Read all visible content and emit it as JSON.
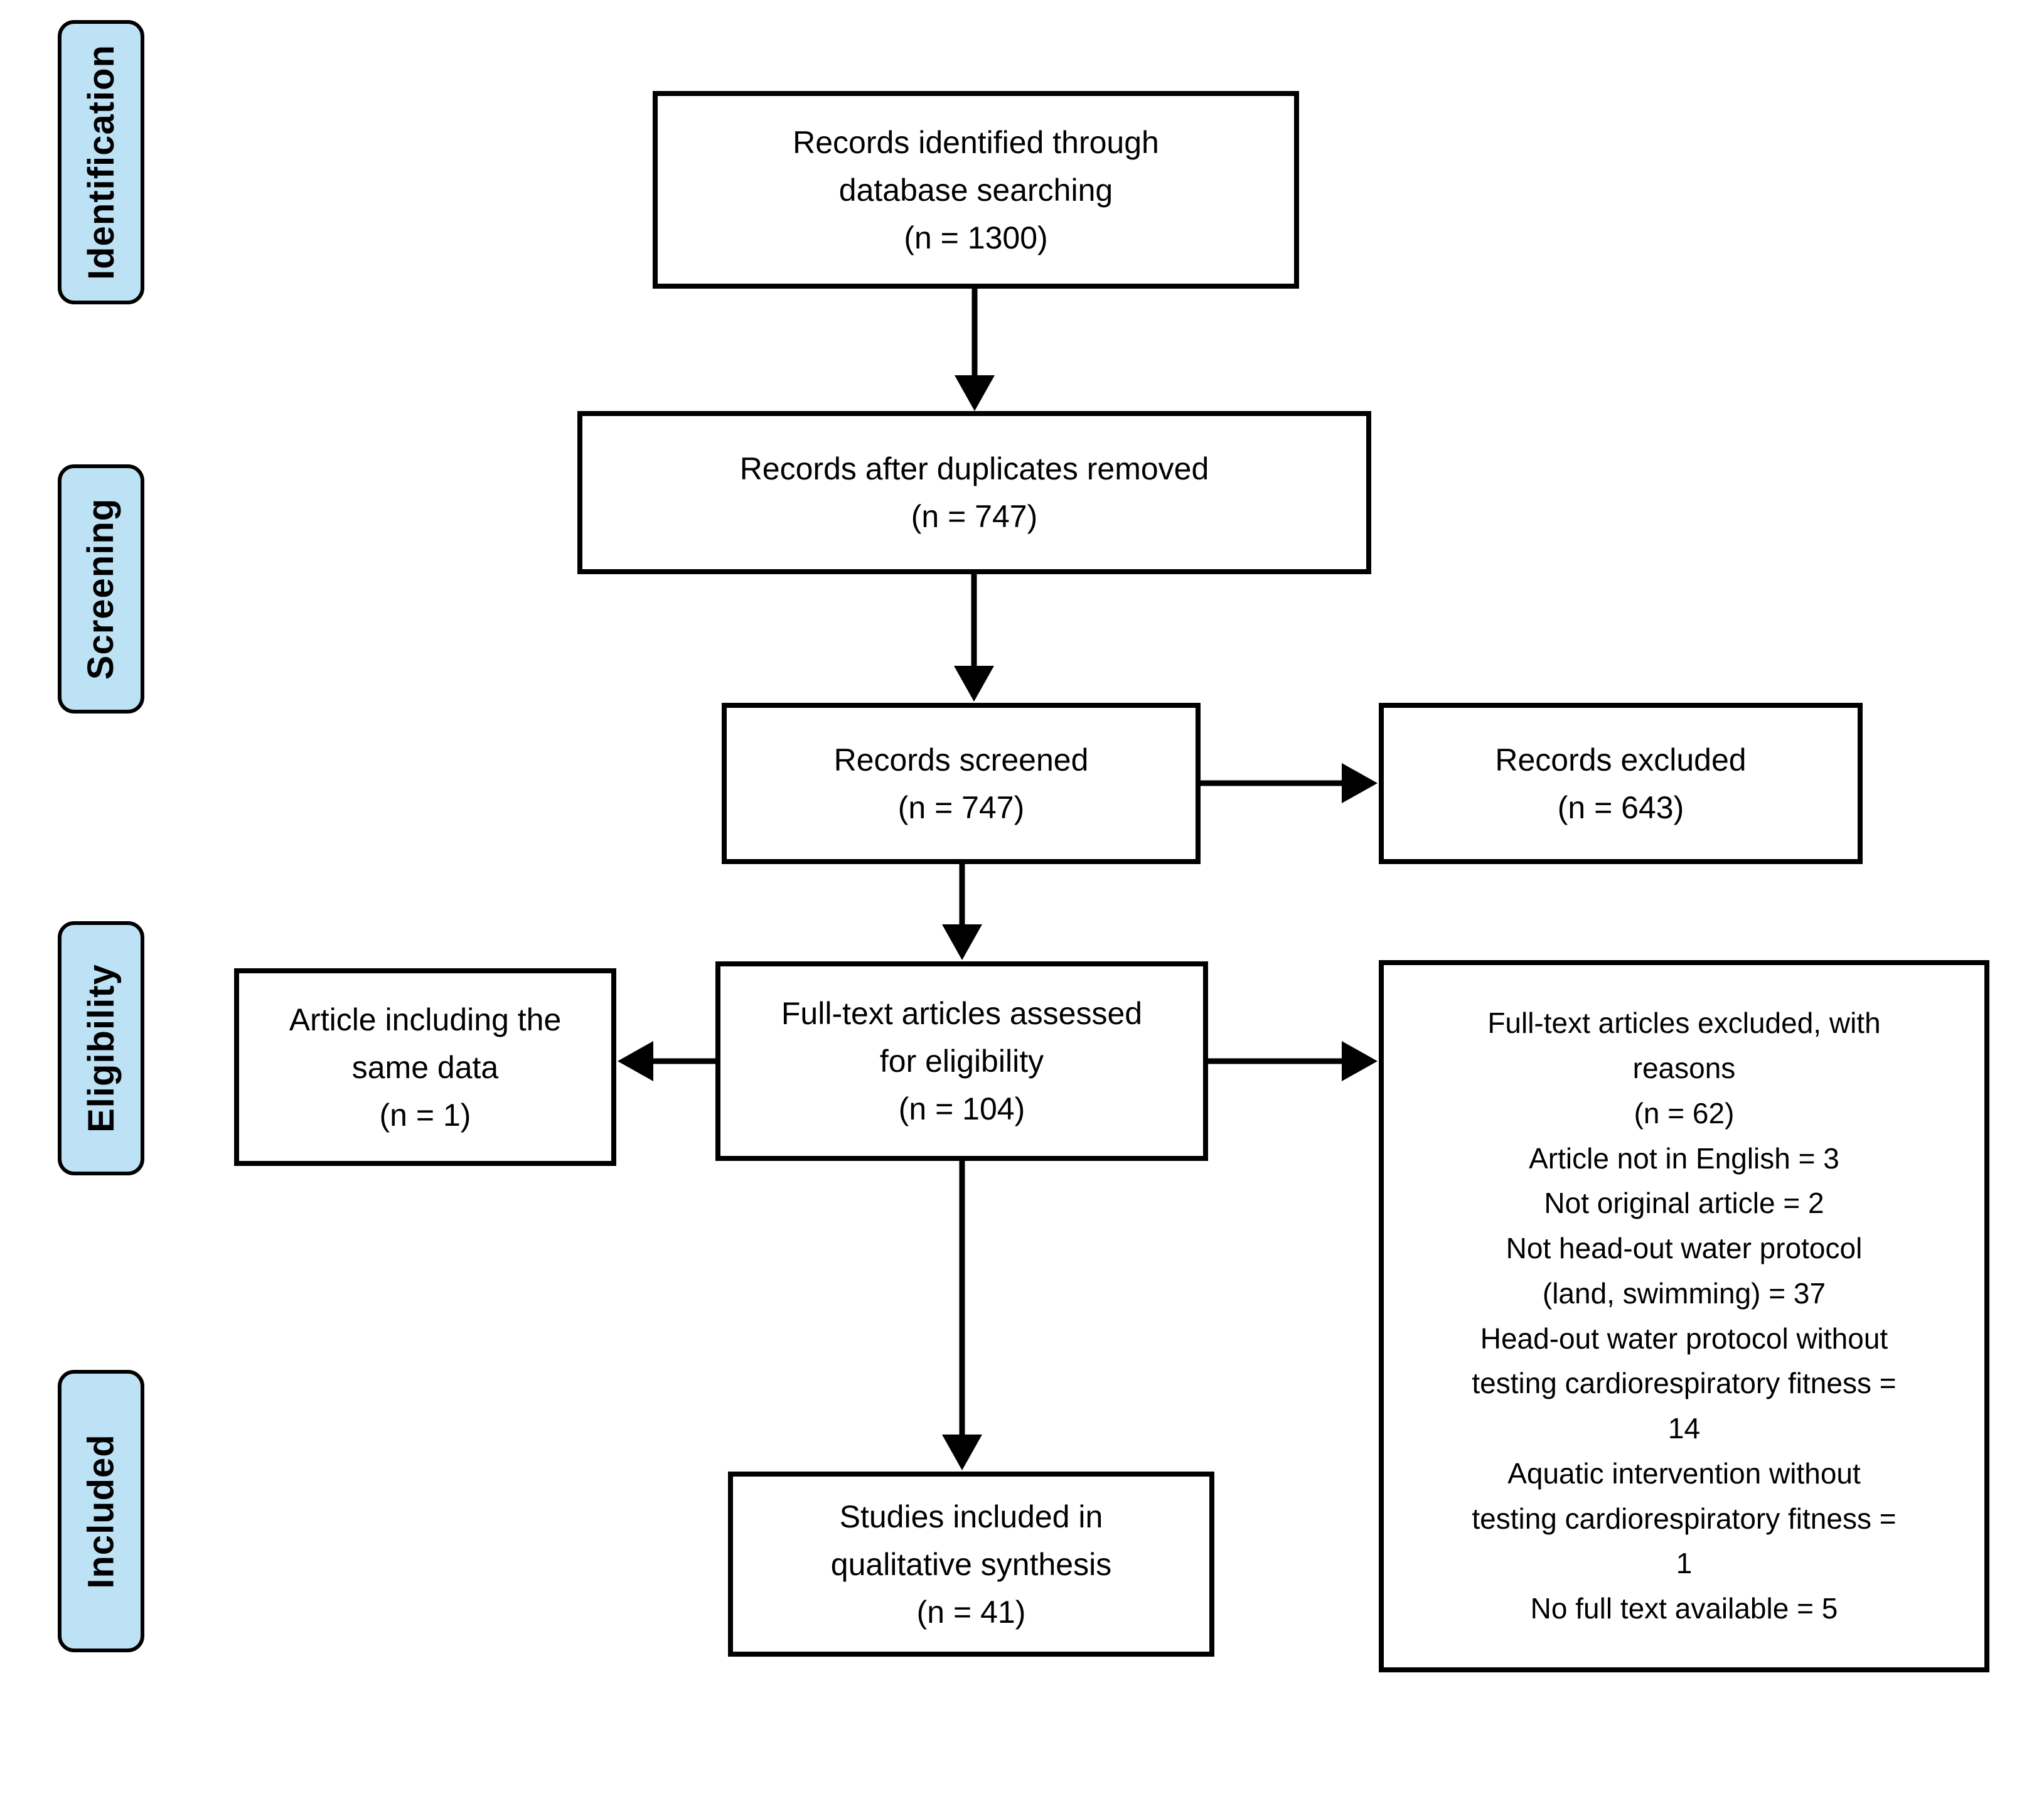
{
  "stages": [
    {
      "label": "Identification"
    },
    {
      "label": "Screening"
    },
    {
      "label": "Eligibility"
    },
    {
      "label": "Included"
    }
  ],
  "boxes": {
    "identified": {
      "lines": [
        "Records identified through",
        "database searching",
        "(n = 1300)"
      ]
    },
    "duplicates_removed": {
      "lines": [
        "Records after duplicates removed",
        "(n = 747)"
      ]
    },
    "screened": {
      "lines": [
        "Records screened",
        "(n = 747)"
      ]
    },
    "records_excluded": {
      "lines": [
        "Records excluded",
        "(n = 643)"
      ]
    },
    "same_data": {
      "lines": [
        "Article including the",
        "same data",
        "(n = 1)"
      ]
    },
    "assessed": {
      "lines": [
        "Full-text articles assessed",
        "for eligibility",
        "(n = 104)"
      ]
    },
    "fulltext_excluded": {
      "lines": [
        "Full-text articles excluded, with",
        "reasons",
        "(n = 62)",
        "Article not in English = 3",
        "Not original article = 2",
        "Not head-out water protocol",
        "(land, swimming) = 37",
        "Head-out water protocol without",
        "testing cardiorespiratory fitness =",
        "14",
        "Aquatic intervention without",
        "testing cardiorespiratory fitness =",
        "1",
        "No full text available = 5"
      ]
    },
    "included_studies": {
      "lines": [
        "Studies included in",
        "qualitative synthesis",
        "(n = 41)"
      ]
    }
  },
  "colors": {
    "stage_fill": "#bee2f5",
    "border": "#000000",
    "background": "#ffffff",
    "text": "#000000"
  }
}
